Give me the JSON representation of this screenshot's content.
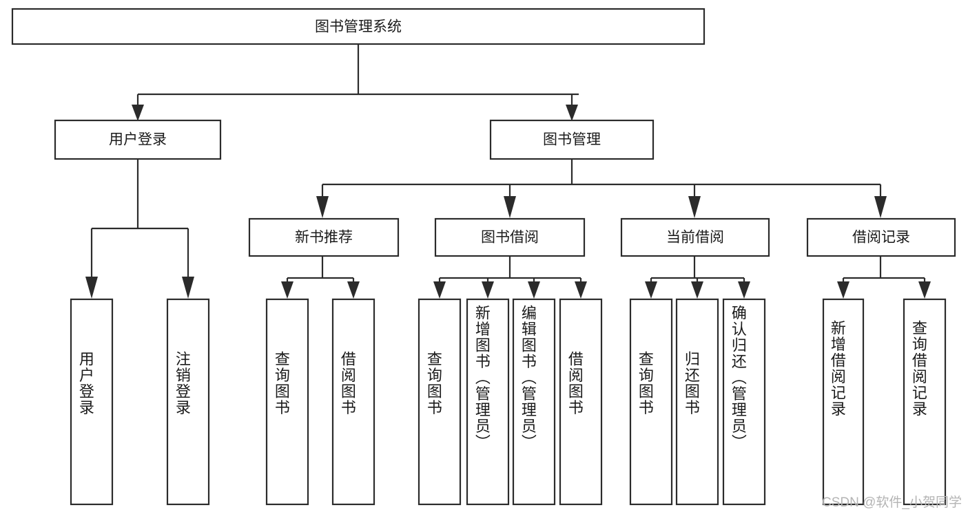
{
  "diagram": {
    "title": "图书管理系统",
    "type": "tree-hierarchy-diagram",
    "root": {
      "id": "root",
      "label": "图书管理系统",
      "orientation": "horizontal"
    },
    "level1": [
      {
        "id": "user-login",
        "label": "用户登录",
        "orientation": "horizontal"
      },
      {
        "id": "book-manage",
        "label": "图书管理",
        "orientation": "horizontal"
      }
    ],
    "level2": [
      {
        "id": "new-book-rec",
        "label": "新书推荐",
        "orientation": "horizontal",
        "parent": "book-manage"
      },
      {
        "id": "book-borrow",
        "label": "图书借阅",
        "orientation": "horizontal",
        "parent": "book-manage"
      },
      {
        "id": "current-borrow",
        "label": "当前借阅",
        "orientation": "horizontal",
        "parent": "book-manage"
      },
      {
        "id": "borrow-record",
        "label": "借阅记录",
        "orientation": "horizontal",
        "parent": "book-manage"
      }
    ],
    "leaves": [
      {
        "id": "leaf-user-login",
        "label": "用户登录",
        "orientation": "vertical",
        "parent": "user-login"
      },
      {
        "id": "leaf-logout",
        "label": "注销登录",
        "orientation": "vertical",
        "parent": "user-login"
      },
      {
        "id": "leaf-query-book-1",
        "label": "查询图书",
        "orientation": "vertical",
        "parent": "new-book-rec"
      },
      {
        "id": "leaf-borrow-book-1",
        "label": "借阅图书",
        "orientation": "vertical",
        "parent": "new-book-rec"
      },
      {
        "id": "leaf-query-book-2",
        "label": "查询图书",
        "orientation": "vertical",
        "parent": "book-borrow"
      },
      {
        "id": "leaf-add-book",
        "label": "新增图书（管理员）",
        "orientation": "vertical",
        "parent": "book-borrow"
      },
      {
        "id": "leaf-edit-book",
        "label": "编辑图书（管理员）",
        "orientation": "vertical",
        "parent": "book-borrow"
      },
      {
        "id": "leaf-borrow-book-2",
        "label": "借阅图书",
        "orientation": "vertical",
        "parent": "book-borrow"
      },
      {
        "id": "leaf-query-book-3",
        "label": "查询图书",
        "orientation": "vertical",
        "parent": "current-borrow"
      },
      {
        "id": "leaf-return-book",
        "label": "归还图书",
        "orientation": "vertical",
        "parent": "current-borrow"
      },
      {
        "id": "leaf-confirm-return",
        "label": "确认归还（管理员）",
        "orientation": "vertical",
        "parent": "current-borrow"
      },
      {
        "id": "leaf-add-record",
        "label": "新增借阅记录",
        "orientation": "vertical",
        "parent": "borrow-record"
      },
      {
        "id": "leaf-query-record",
        "label": "查询借阅记录",
        "orientation": "vertical",
        "parent": "borrow-record"
      }
    ],
    "colors": {
      "stroke": "#2b2b2b",
      "fill": "#ffffff",
      "text": "#1a1a1a",
      "background": "#ffffff",
      "watermark": "#b4b4b4"
    }
  },
  "watermark": {
    "text": "CSDN @软件_小贺同学"
  }
}
